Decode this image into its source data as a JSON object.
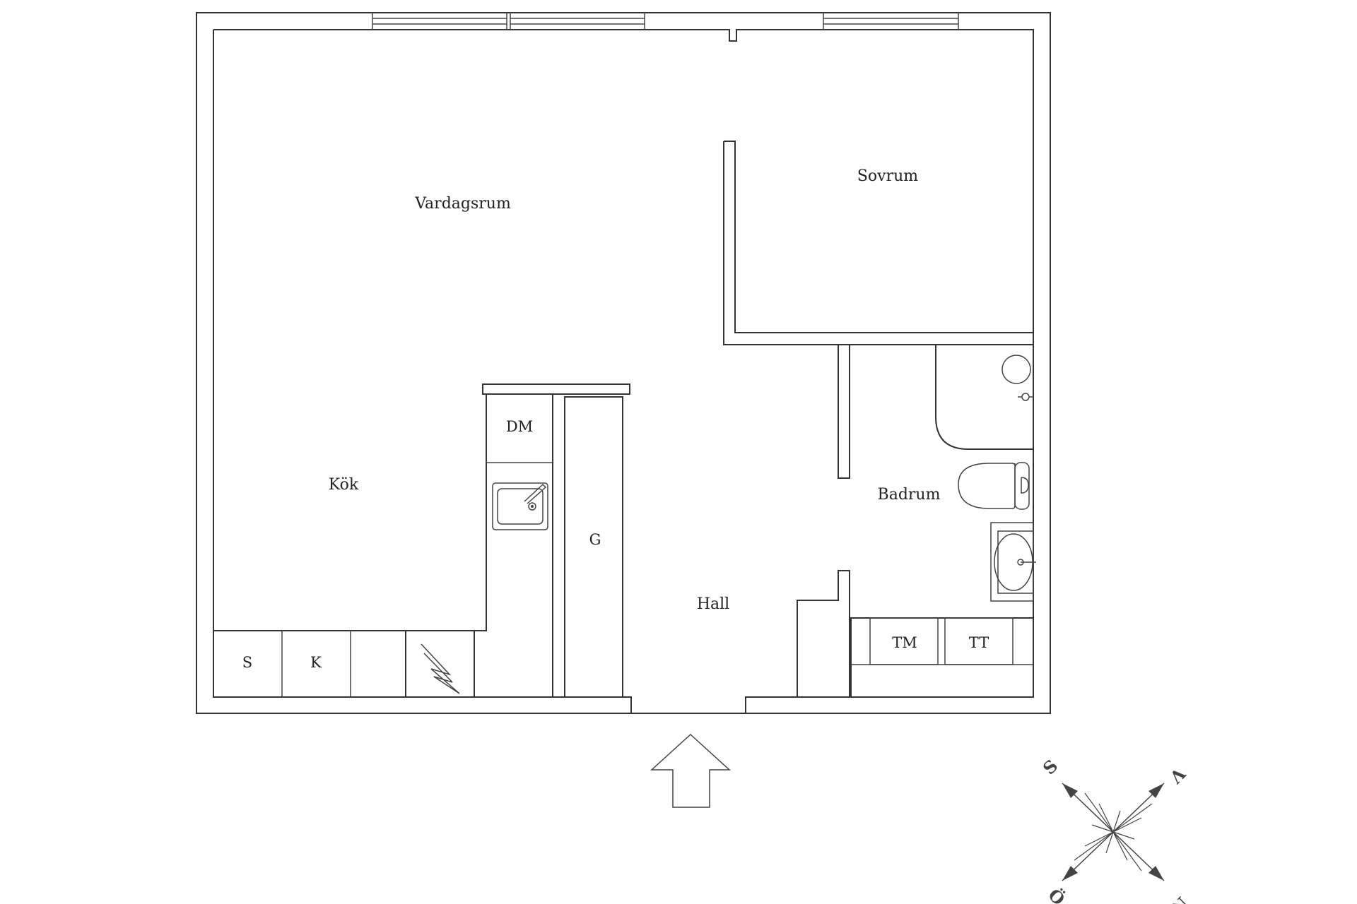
{
  "rooms": {
    "vardagsrum": "Vardagsrum",
    "sovrum": "Sovrum",
    "kok": "Kök",
    "hall": "Hall",
    "badrum": "Badrum"
  },
  "fixtures": {
    "dm": "DM",
    "g": "G",
    "s": "S",
    "k": "K",
    "tm": "TM",
    "tt": "TT"
  },
  "compass": {
    "north": "N",
    "south": "S",
    "east": "Ö",
    "west": "V"
  },
  "colors": {
    "wall": "#333333",
    "background": "#ffffff",
    "compass": "#444444"
  },
  "icons": {
    "entrance": "entrance-arrow-icon",
    "sink": "kitchen-sink-icon",
    "electric": "electrical-panel-icon",
    "toilet": "toilet-icon",
    "basin": "wash-basin-icon",
    "compass": "compass-rose-icon"
  }
}
